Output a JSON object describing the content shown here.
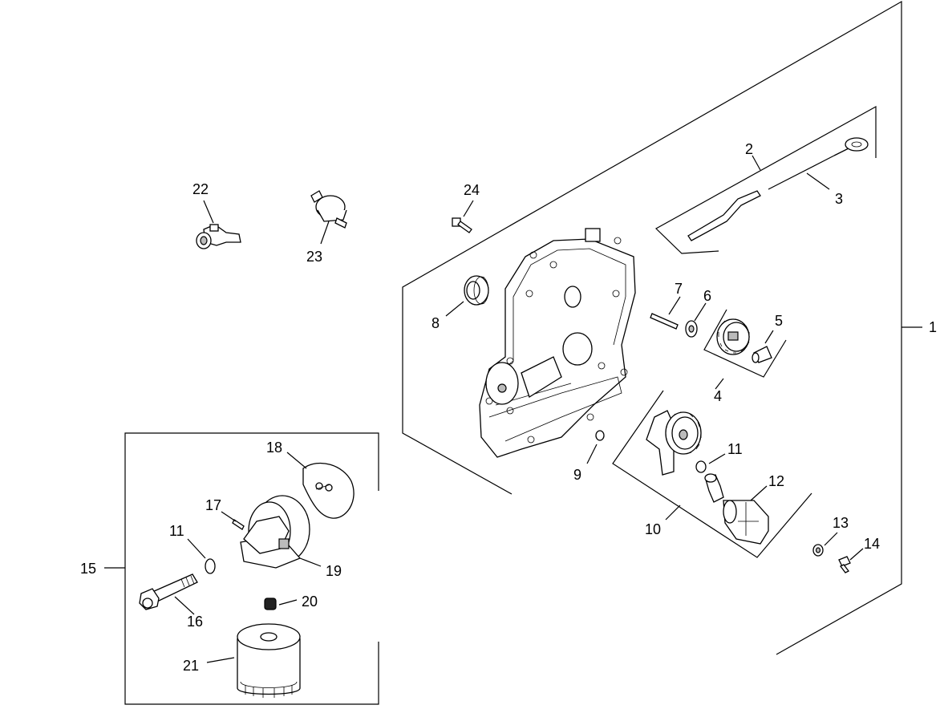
{
  "callouts": {
    "c1": "1",
    "c2": "2",
    "c3": "3",
    "c4": "4",
    "c5": "5",
    "c6": "6",
    "c7": "7",
    "c8": "8",
    "c9": "9",
    "c10": "10",
    "c11a": "11",
    "c11b": "11",
    "c12": "12",
    "c13": "13",
    "c14": "14",
    "c15": "15",
    "c16": "16",
    "c17": "17",
    "c18": "18",
    "c19": "19",
    "c20": "20",
    "c21": "21",
    "c22": "22",
    "c23": "23",
    "c24": "24"
  }
}
